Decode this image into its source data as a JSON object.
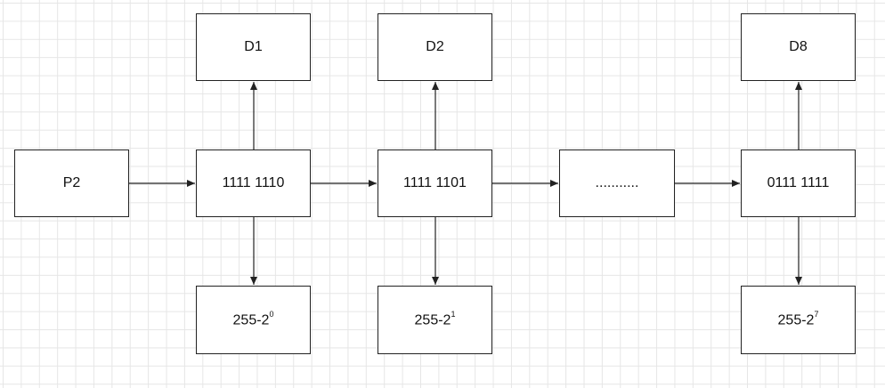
{
  "diagram": {
    "source": {
      "label": "P2"
    },
    "codes": [
      {
        "label": "1111 1110"
      },
      {
        "label": "1111 1101"
      },
      {
        "label": "..........."
      },
      {
        "label": "0111 1111"
      }
    ],
    "outputs": [
      {
        "label": "D1"
      },
      {
        "label": "D2"
      },
      {
        "label": "D8"
      }
    ],
    "values": [
      {
        "base": "255-2",
        "exponent": "0"
      },
      {
        "base": "255-2",
        "exponent": "1"
      },
      {
        "base": "255-2",
        "exponent": "7"
      }
    ]
  },
  "colors": {
    "stroke": "#222222",
    "grid": "#e6e6e6",
    "fill": "#ffffff"
  }
}
